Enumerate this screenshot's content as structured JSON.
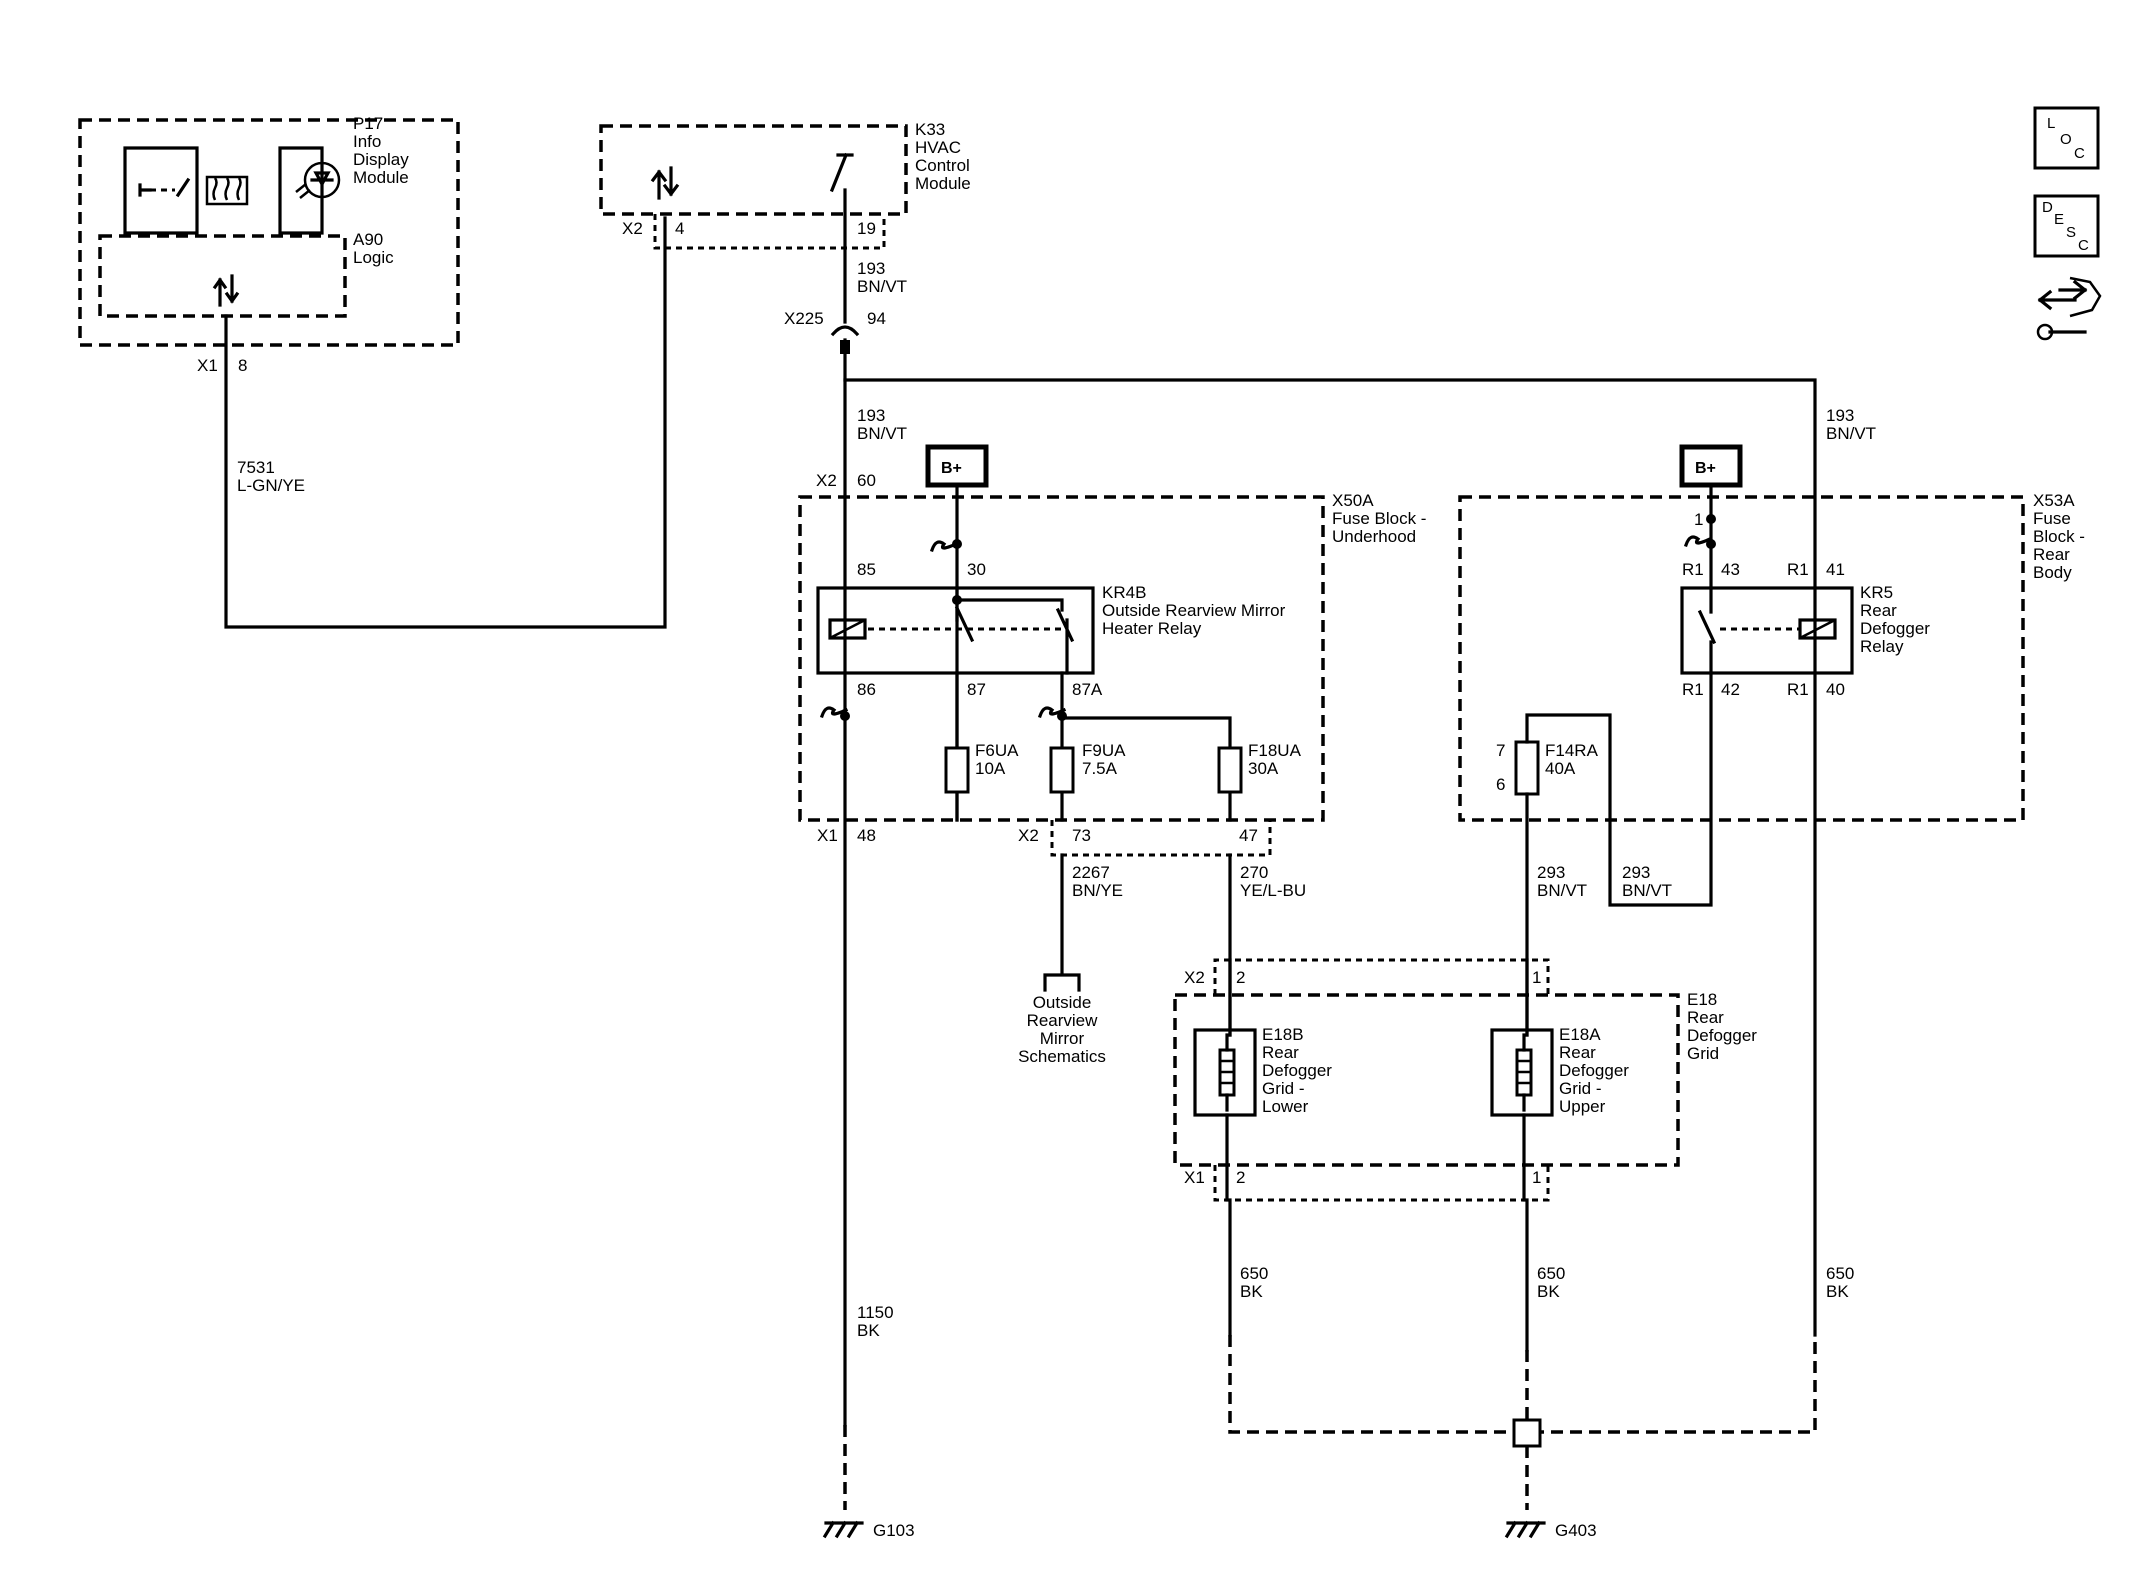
{
  "nav": {
    "loc": [
      "L",
      "O",
      "C"
    ],
    "desc": [
      "D",
      "E",
      "S",
      "C"
    ]
  },
  "p17": {
    "label": [
      "P17",
      "Info",
      "Display",
      "Module"
    ],
    "conn": "X1",
    "pin": "8"
  },
  "a90": {
    "label": [
      "A90",
      "Logic"
    ]
  },
  "k33": {
    "label": [
      "K33",
      "HVAC",
      "Control",
      "Module"
    ],
    "conn": "X2",
    "pin_left": "4",
    "pin_right": "19"
  },
  "w7531": [
    "7531",
    "L-GN/YE"
  ],
  "w193_top": [
    "193",
    "BN/VT"
  ],
  "x225": {
    "label": "X225",
    "pin": "94"
  },
  "w193_left": [
    "193",
    "BN/VT"
  ],
  "w193_right": [
    "193",
    "BN/VT"
  ],
  "bplus": "B+",
  "x50a": {
    "label": [
      "X50A",
      "Fuse Block -",
      "Underhood"
    ],
    "x2_conn": "X2",
    "x2_pin": "60",
    "x1_conn": "X1",
    "x1_pin": "48",
    "x2b_conn": "X2",
    "x2b_pin_left": "73",
    "x2b_pin_right": "47"
  },
  "kr4b": {
    "label": [
      "KR4B",
      "Outside Rearview Mirror",
      "Heater Relay"
    ],
    "pins": {
      "p85": "85",
      "p30": "30",
      "p86": "86",
      "p87": "87",
      "p87a": "87A"
    }
  },
  "f6ua": [
    "F6UA",
    "10A"
  ],
  "f9ua": [
    "F9UA",
    "7.5A"
  ],
  "f18ua": [
    "F18UA",
    "30A"
  ],
  "w2267": [
    "2267",
    "BN/YE"
  ],
  "w270": [
    "270",
    "YE/L-BU"
  ],
  "mirror_ref": [
    "Outside",
    "Rearview",
    "Mirror",
    "Schematics"
  ],
  "x53a": {
    "label": [
      "X53A",
      "Fuse",
      "Block -",
      "Rear",
      "Body"
    ],
    "pin1": "1"
  },
  "kr5": {
    "label": [
      "KR5",
      "Rear",
      "Defogger",
      "Relay"
    ],
    "pins": {
      "r1": "R1",
      "p43": "43",
      "p41": "41",
      "p42": "42",
      "p40": "40"
    }
  },
  "f14ra": {
    "label": [
      "F14RA",
      "40A"
    ],
    "pin_top": "7",
    "pin_bottom": "6"
  },
  "w293_a": [
    "293",
    "BN/VT"
  ],
  "w293_b": [
    "293",
    "BN/VT"
  ],
  "e18": {
    "label": [
      "E18",
      "Rear",
      "Defogger",
      "Grid"
    ],
    "x2_conn": "X2",
    "x2_pin_left": "2",
    "x2_pin_right": "1",
    "x1_conn": "X1",
    "x1_pin_left": "2",
    "x1_pin_right": "1"
  },
  "e18b": [
    "E18B",
    "Rear",
    "Defogger",
    "Grid -",
    "Lower"
  ],
  "e18a": [
    "E18A",
    "Rear",
    "Defogger",
    "Grid -",
    "Upper"
  ],
  "w650_a": [
    "650",
    "BK"
  ],
  "w650_b": [
    "650",
    "BK"
  ],
  "w650_c": [
    "650",
    "BK"
  ],
  "w1150": [
    "1150",
    "BK"
  ],
  "g103": "G103",
  "g403": "G403"
}
